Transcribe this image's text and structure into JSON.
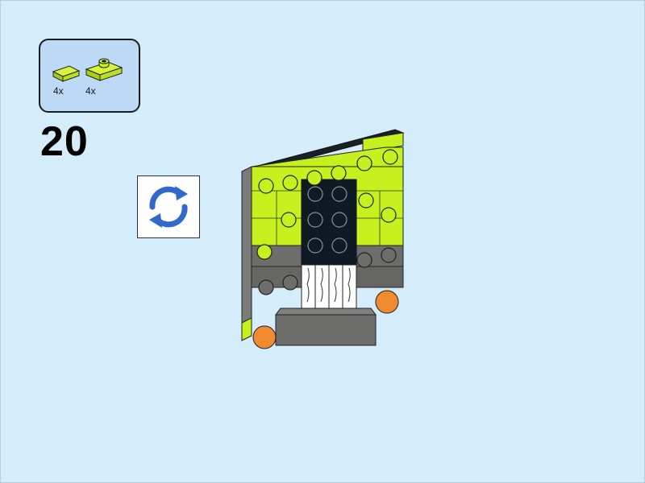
{
  "step": {
    "number": "20"
  },
  "parts_list": [
    {
      "name": "tile-1x2-lime",
      "quantity": "4x",
      "color": "#c6f01e"
    },
    {
      "name": "plate-1x2-jumper-lime",
      "quantity": "4x",
      "color": "#c6f01e"
    }
  ],
  "rotate_indicator": {
    "icon": "rotate-icon",
    "color": "#3268c9"
  },
  "model": {
    "colors": {
      "lime": "#c6f01e",
      "dark_gray": "#6d6e6b",
      "black": "#0e1a24",
      "white": "#ffffff",
      "orange": "#f08b30"
    }
  },
  "colors": {
    "background": "#d5ecfb",
    "callout": "#bcdaf6"
  }
}
